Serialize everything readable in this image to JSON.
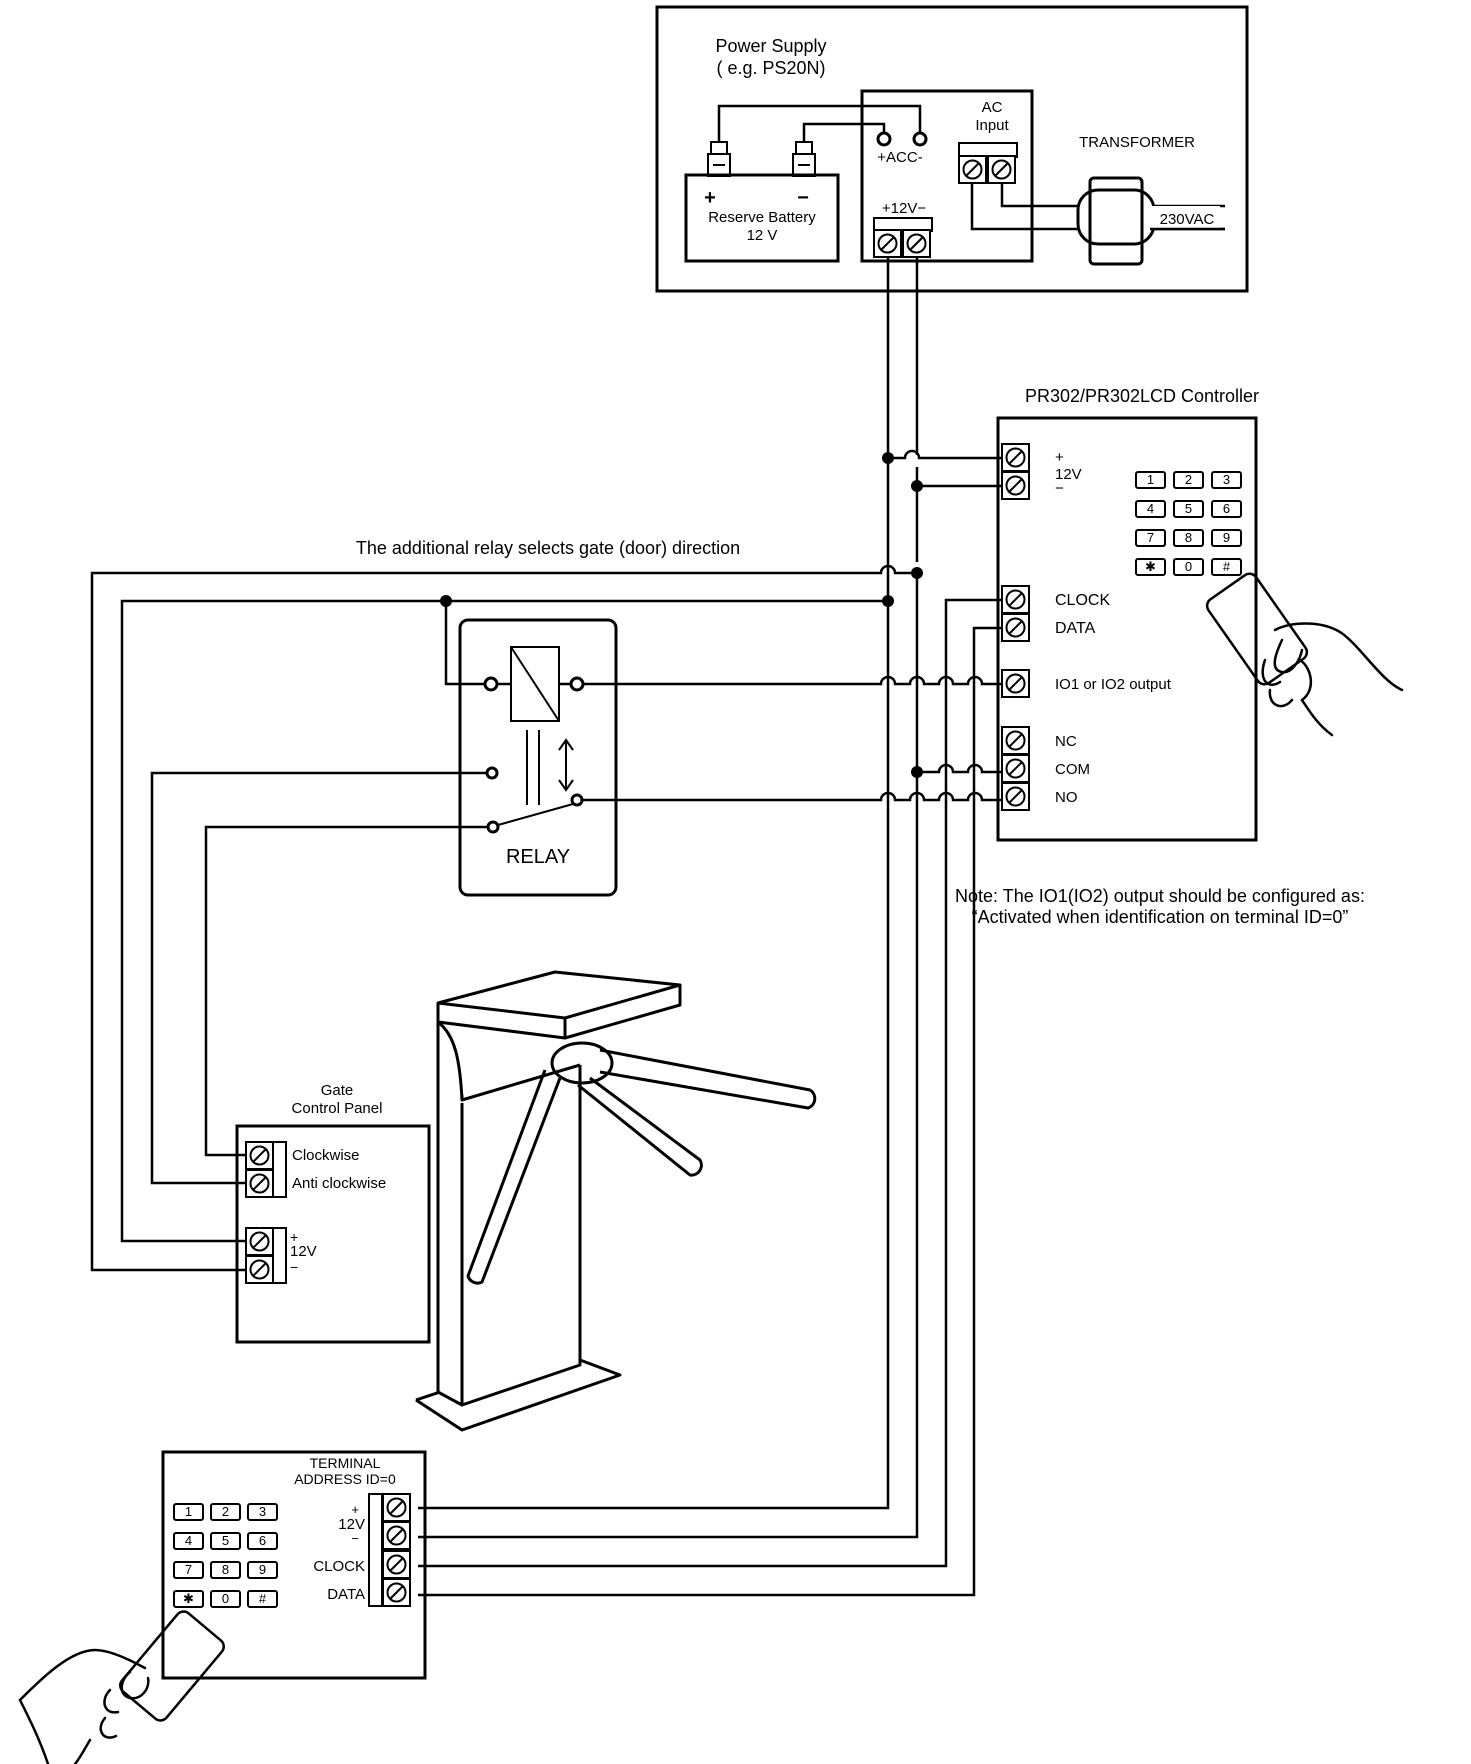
{
  "power_supply": {
    "title_line1": "Power Supply",
    "title_line2": "( e.g. PS20N)",
    "battery_label_line1": "Reserve Battery",
    "battery_label_line2": "12 V",
    "battery_plus": "+",
    "battery_minus": "−",
    "acc_label": "+ACC-",
    "ac_input_line1": "AC",
    "ac_input_line2": "Input",
    "dc_out_label": "+12V−",
    "transformer_label": "TRANSFORMER",
    "mains_label": "230VAC"
  },
  "controller": {
    "title": "PR302/PR302LCD Controller",
    "power_plus": "+",
    "power_12v": "12V",
    "power_minus": "−",
    "clock": "CLOCK",
    "data": "DATA",
    "io_output": "IO1 or IO2 output",
    "nc": "NC",
    "com": "COM",
    "no": "NO",
    "keys": [
      "1",
      "2",
      "3",
      "4",
      "5",
      "6",
      "7",
      "8",
      "9",
      "✱",
      "0",
      "#"
    ]
  },
  "relay_caption": "The additional relay selects gate (door) direction",
  "relay_label": "RELAY",
  "note_line1": "Note: The IO1(IO2) output should be configured as:",
  "note_line2": "“Activated when identification on terminal ID=0”",
  "gate_panel": {
    "title_line1": "Gate",
    "title_line2": "Control Panel",
    "clockwise": "Clockwise",
    "anticlockwise": "Anti clockwise",
    "plus": "+",
    "v12": "12V",
    "minus": "−"
  },
  "terminal": {
    "title_line1": "TERMINAL",
    "title_line2": "ADDRESS ID=0",
    "plus": "+",
    "v12": "12V",
    "minus": "−",
    "clock": "CLOCK",
    "data": "DATA",
    "keys": [
      "1",
      "2",
      "3",
      "4",
      "5",
      "6",
      "7",
      "8",
      "9",
      "✱",
      "0",
      "#"
    ]
  }
}
